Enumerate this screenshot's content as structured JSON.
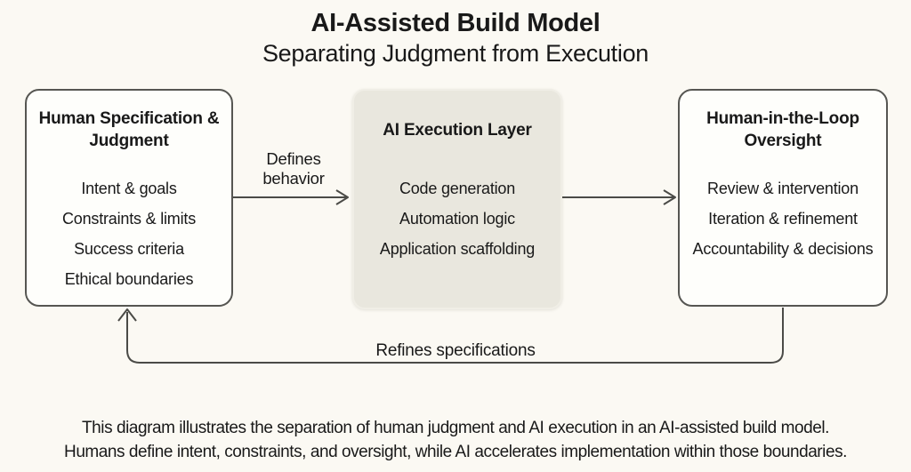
{
  "header": {
    "title": "AI-Assisted Build Model",
    "subtitle": "Separating Judgment from Execution"
  },
  "boxes": {
    "left": {
      "title": "Human Specification & Judgment",
      "items": [
        "Intent & goals",
        "Constraints & limits",
        "Success criteria",
        "Ethical boundaries"
      ]
    },
    "middle": {
      "title": "AI Execution Layer",
      "items": [
        "Code generation",
        "Automation logic",
        "Application scaffolding"
      ]
    },
    "right": {
      "title": "Human-in-the-Loop Oversight",
      "items": [
        "Review & intervention",
        "Iteration & refinement",
        "Accountability & decisions"
      ]
    }
  },
  "arrows": {
    "defines_label": "Defines behavior",
    "refines_label": "Refines specifications"
  },
  "caption": {
    "line1": "This diagram illustrates the separation of human judgment and AI execution in an AI-assisted build model.",
    "line2": "Humans define intent, constraints, and oversight, while AI accelerates implementation within those boundaries."
  },
  "colors": {
    "background": "#fbf9f3",
    "box_border": "#565652",
    "box_fill": "#fefefb",
    "ai_box_fill": "#e9e7de",
    "ai_box_border": "#f0eee6",
    "line": "#4b4b47",
    "text": "#191919"
  }
}
